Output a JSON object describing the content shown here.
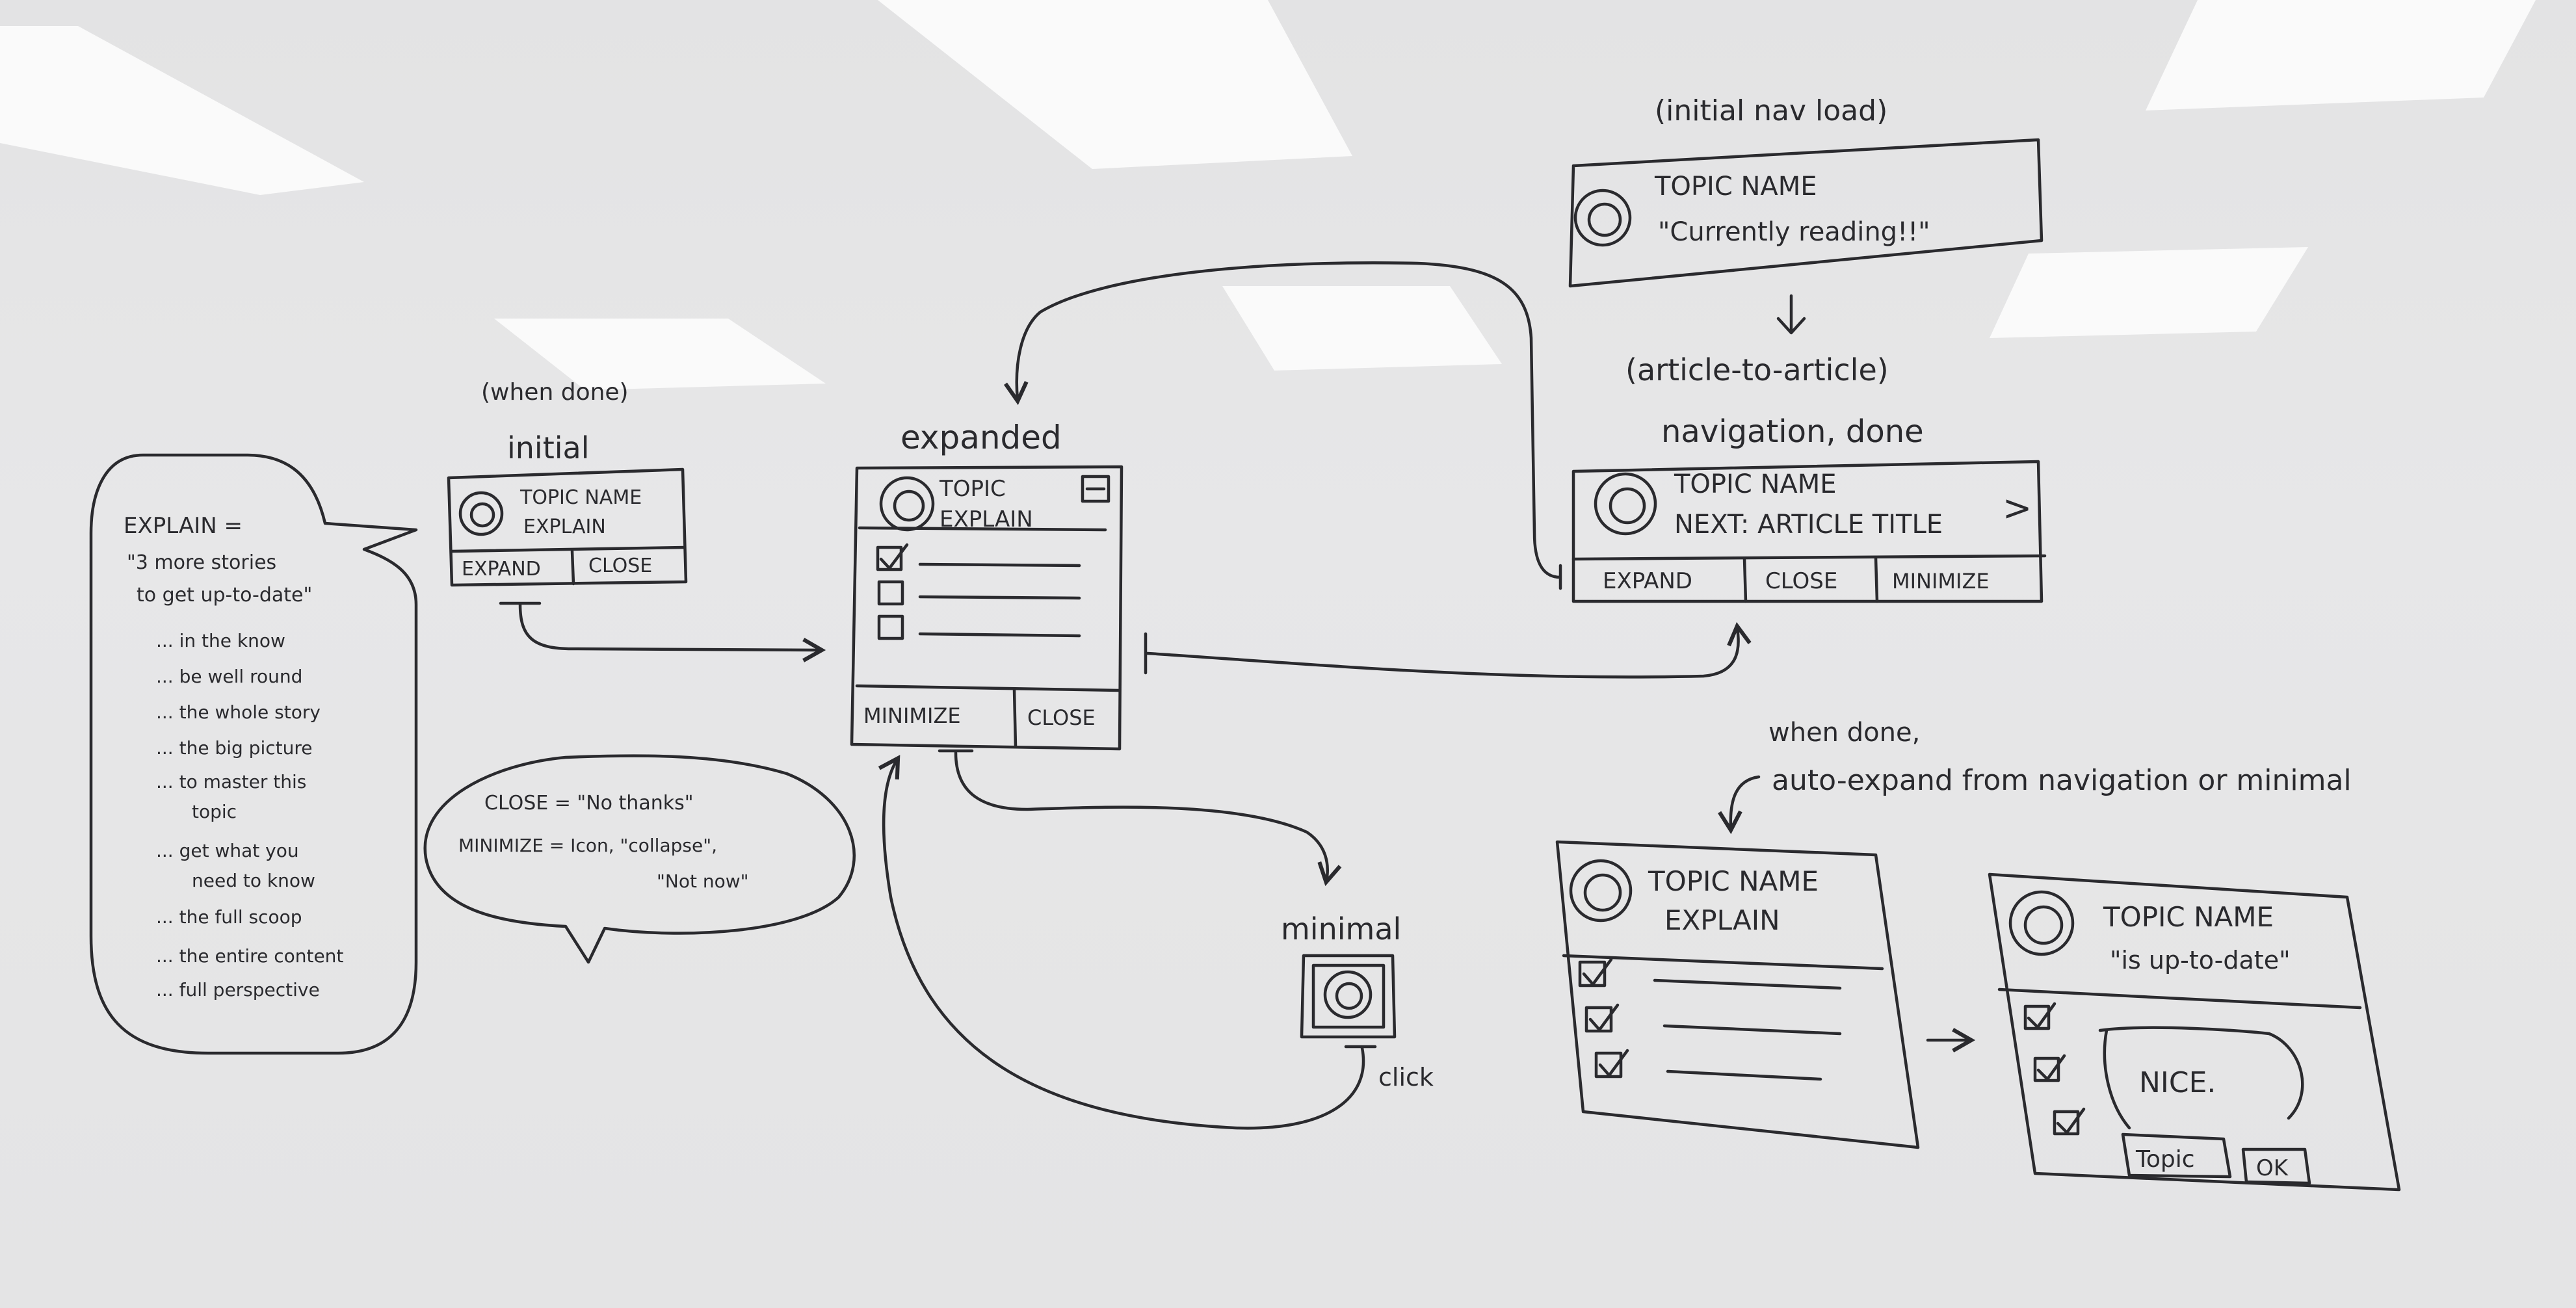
{
  "explain_bubble": {
    "heading": "EXPLAIN =",
    "quote_line1": "\"3 more stories",
    "quote_line2": "to get up-to-date\"",
    "items": [
      "... in the know",
      "... be well round",
      "... the whole story",
      "... the big picture",
      "... to master this",
      "topic",
      "... get what you",
      "need to know",
      "... the full scoop",
      "... the entire content",
      "... full perspective"
    ]
  },
  "initial": {
    "note": "(when done)",
    "label": "initial",
    "title": "TOPIC NAME",
    "subtitle": "EXPLAIN",
    "expand_button": "EXPAND",
    "close_button": "CLOSE"
  },
  "close_bubble": {
    "line1": "CLOSE = \"No thanks\"",
    "line2": "MINIMIZE = Icon, \"collapse\",",
    "line3": "\"Not now\""
  },
  "expanded": {
    "label": "expanded",
    "title": "TOPIC",
    "subtitle": "EXPLAIN",
    "minimize_button": "MINIMIZE",
    "close_button": "CLOSE"
  },
  "minimal": {
    "label": "minimal",
    "click_note": "click"
  },
  "nav_load": {
    "note": "(initial nav load)",
    "title": "TOPIC NAME",
    "subtitle": "\"Currently reading!!\""
  },
  "nav_done": {
    "note_line1": "(article-to-article)",
    "note_line2": "navigation, done",
    "title": "TOPIC NAME",
    "subtitle": "NEXT: ARTICLE TITLE",
    "chevron": ">",
    "expand_button": "EXPAND",
    "close_button": "CLOSE",
    "minimize_button": "MINIMIZE"
  },
  "auto_expand": {
    "note_line1": "when done,",
    "note_line2": "auto-expand from navigation or minimal"
  },
  "final_left": {
    "title": "TOPIC NAME",
    "subtitle": "EXPLAIN"
  },
  "final_right": {
    "title": "TOPIC NAME",
    "subtitle": "\"is up-to-date\"",
    "nice": "NICE.",
    "topic_button": "Topic",
    "ok_button": "OK"
  }
}
